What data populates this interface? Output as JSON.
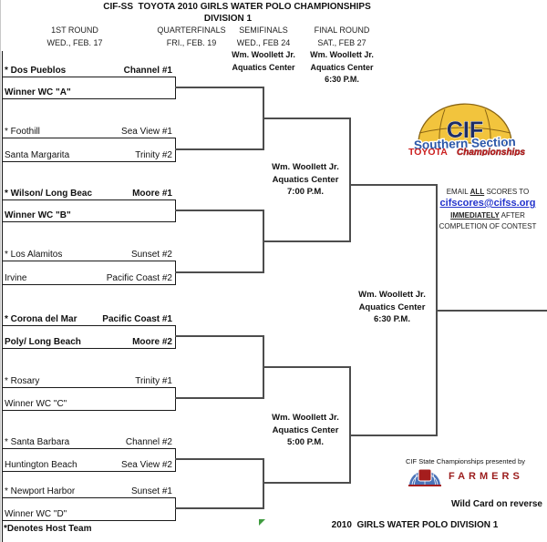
{
  "header": {
    "title": "CIF-SS  TOYOTA 2010 GIRLS WATER POLO CHAMPIONSHIPS",
    "division": "DIVISION 1"
  },
  "columns": [
    {
      "label": "1ST ROUND",
      "date": "WED., FEB. 17"
    },
    {
      "label": "QUARTERFINALS",
      "date": "FRI., FEB. 19"
    },
    {
      "label": "SEMIFINALS",
      "date": "WED., FEB 24",
      "venue": [
        "Wm. Woollett Jr.",
        "Aquatics Center"
      ]
    },
    {
      "label": "FINAL ROUND",
      "date": "SAT., FEB 27",
      "venue": [
        "Wm. Woollett Jr.",
        "Aquatics Center",
        "6:30 P.M."
      ]
    }
  ],
  "slots": [
    {
      "name": "* Dos Pueblos",
      "seed": "Channel #1",
      "bold": true
    },
    {
      "name": "Winner WC \"A\"",
      "seed": "",
      "bold": true
    },
    {
      "name": "* Foothill",
      "seed": "Sea View #1",
      "bold": false
    },
    {
      "name": "Santa Margarita",
      "seed": "Trinity #2",
      "bold": false
    },
    {
      "name": "* Wilson/ Long Beac",
      "seed": "Moore #1",
      "bold": true
    },
    {
      "name": "Winner WC \"B\"",
      "seed": "",
      "bold": true
    },
    {
      "name": "* Los Alamitos",
      "seed": "Sunset #2",
      "bold": false
    },
    {
      "name": "Irvine",
      "seed": "Pacific Coast #2",
      "bold": false
    },
    {
      "name": "* Corona del Mar",
      "seed": "Pacific Coast #1",
      "bold": true
    },
    {
      "name": "Poly/ Long Beach",
      "seed": "Moore #2",
      "bold": true
    },
    {
      "name": "* Rosary",
      "seed": "Trinity #1",
      "bold": false
    },
    {
      "name": "Winner WC \"C\"",
      "seed": "",
      "bold": false
    },
    {
      "name": "* Santa Barbara",
      "seed": "Channel #2",
      "bold": false
    },
    {
      "name": "Huntington Beach",
      "seed": "Sea View #2",
      "bold": false
    },
    {
      "name": "* Newport Harbor",
      "seed": "Sunset #1",
      "bold": false
    },
    {
      "name": "Winner WC \"D\"",
      "seed": "",
      "bold": false
    }
  ],
  "matches": {
    "semifinal_top": [
      "Wm. Woollett Jr.",
      "Aquatics Center",
      "7:00 P.M."
    ],
    "final": [
      "Wm. Woollett Jr.",
      "Aquatics Center",
      "6:30 P.M."
    ],
    "semifinal_bottom": [
      "Wm. Woollett Jr.",
      "Aquatics Center",
      "5:00 P.M."
    ]
  },
  "email": {
    "prefix": "EMAIL ",
    "emph1": "ALL",
    "mid": " SCORES TO",
    "link": "cifscores@cifss.org",
    "emph2": "IMMEDIATELY",
    "suffix": " AFTER",
    "last": "COMPLETION OF CONTEST"
  },
  "cif_logo": {
    "cif": "CIF",
    "southern": "Southern Section",
    "toyota": "TOYOTA",
    "championships": "Championships"
  },
  "farmers": {
    "caption": "CIF State Championships presented by",
    "brand": "FARMERS"
  },
  "footer": {
    "host_note": "*Denotes Host Team",
    "wild_card": "Wild Card on reverse",
    "title": "2010  GIRLS WATER POLO DIVISION 1"
  },
  "colors": {
    "link_blue": "#2233cc",
    "logo_yellow": "#F2C43D",
    "logo_navy": "#1d2d66",
    "logo_blue": "#2b57a8",
    "logo_red": "#cc1f1f",
    "farmers_red": "#9b1b1b",
    "farmers_blue": "#4a72b8",
    "marker_green": "#3f9b3f",
    "line_black": "#111111",
    "connector_gray": "#4d4d4d"
  }
}
